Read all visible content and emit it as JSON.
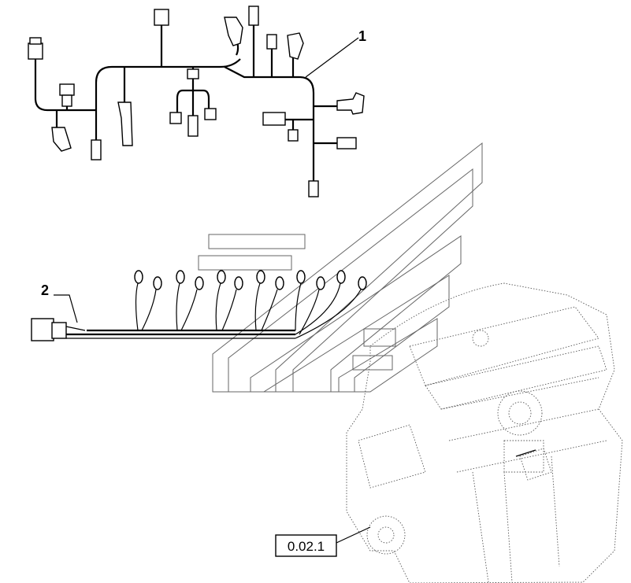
{
  "callouts": {
    "item1": "1",
    "item2": "2",
    "reference": "0.02.1"
  },
  "icons": [
    "wiring-harness",
    "sensor-harness",
    "engine-block",
    "ghost-arrow"
  ],
  "colors": {
    "ink": "#000000",
    "ghost": "#666666",
    "background": "#ffffff"
  }
}
